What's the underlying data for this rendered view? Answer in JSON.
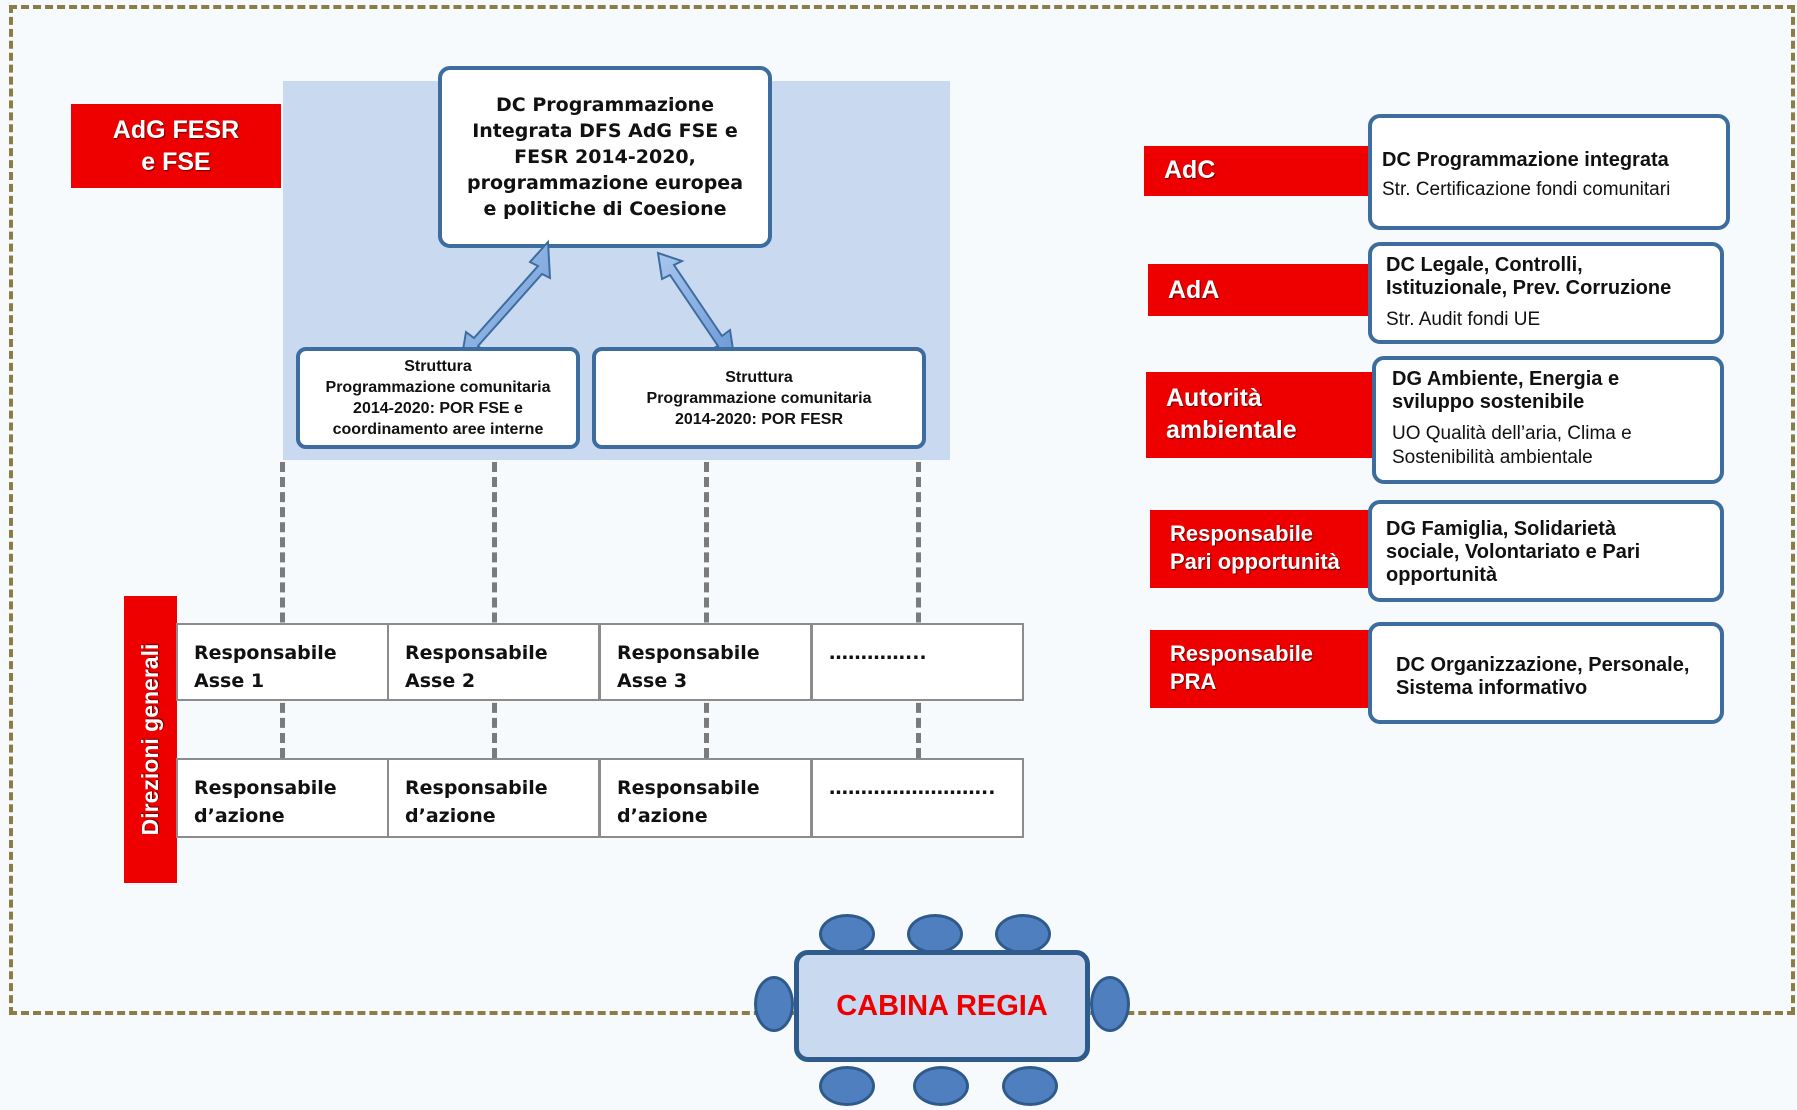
{
  "adg_label": "AdG FESR\ne FSE",
  "dc_box": "DC Programmazione Integrata DFS AdG FSE e FESR 2014-2020, programmazione europea e politiche di Coesione",
  "struct_fse": "Struttura\nProgrammazione comunitaria\n2014-2020: POR FSE e\ncoordinamento aree interne",
  "struct_fesr": "Struttura\nProgrammazione comunitaria\n2014-2020: POR FESR",
  "vertical_label": "Direzioni generali",
  "asse_row": [
    "Responsabile\nAsse 1",
    "Responsabile\nAsse 2",
    "Responsabile\nAsse 3",
    "…………..."
  ],
  "azione_row": [
    "Responsabile\nd’azione",
    "Responsabile\nd’azione",
    "Responsabile\nd’azione",
    "…………………….."
  ],
  "authorities": [
    {
      "label": "AdC",
      "title": "DC Programmazione integrata",
      "sub": "Str. Certificazione fondi comunitari"
    },
    {
      "label": "AdA",
      "title": "DC Legale, Controlli,\nIstituzionale, Prev. Corruzione",
      "sub": "Str. Audit fondi UE"
    },
    {
      "label": "Autorità\nambientale",
      "title": "DG Ambiente, Energia e\nsviluppo sostenibile",
      "sub": "UO Qualità dell’aria, Clima e\nSostenibilità ambientale"
    },
    {
      "label": "Responsabile\nPari opportunità",
      "title": "DG Famiglia, Solidarietà\nsociale, Volontariato e Pari\nopportunità",
      "sub": ""
    },
    {
      "label": "Responsabile\nPRA",
      "title": "DC Organizzazione, Personale,\nSistema informativo",
      "sub": ""
    }
  ],
  "cabina": "CABINA REGIA",
  "colors": {
    "red": "#ee0000",
    "blue_border": "#3d6d9e",
    "light_blue": "#c9daf0",
    "dashed_frame": "#8b7d45"
  }
}
